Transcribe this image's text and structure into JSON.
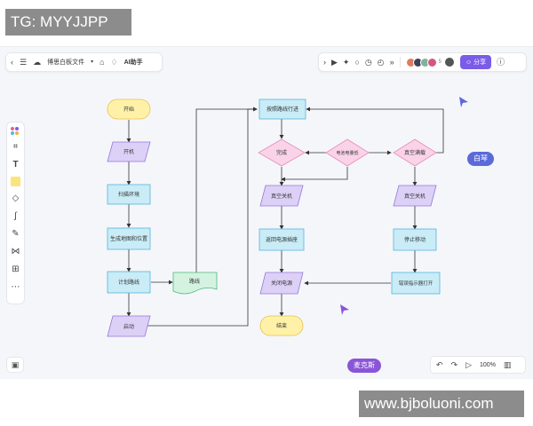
{
  "watermarks": {
    "top_left": "TG: MYYJJPP",
    "bottom_right": "www.bjboluoni.com"
  },
  "toolbar": {
    "doc_name": "博思白板文件",
    "ai_label": "AI助手",
    "avatar_count": "5",
    "share_label": "分享"
  },
  "zoom": "100%",
  "colors": {
    "accent": "#7b5ce8",
    "terminal_fill": "#fff2a8",
    "terminal_stroke": "#e8c04a",
    "process_fill": "#c9ecf7",
    "process_stroke": "#55b4da",
    "io_fill": "#ddd0f7",
    "io_stroke": "#9278d8",
    "decision_fill": "#fbd3e8",
    "decision_stroke": "#e58bbd",
    "document_fill": "#d3f3e0",
    "document_stroke": "#4cb97a"
  },
  "flowchart": {
    "start": "开始",
    "power_on": "开机",
    "scan_env": "扫描环境",
    "build_map": "生成地图和位置",
    "plan_route": "计划路线",
    "route_doc": "路线",
    "launch": "启动",
    "follow_route": "按照路线行进",
    "done": "完成",
    "battery_low": "电池电量低",
    "vacuum_full": "真空满载",
    "vacuum_off_1": "真空关机",
    "vacuum_off_2": "真空关机",
    "return_dock": "返回电源插座",
    "stop_moving": "停止移动",
    "power_off": "关闭电源",
    "error_light": "错误指示器打开",
    "end": "结束"
  },
  "collaborators": {
    "user1": "白琴",
    "user2": "麦克斯"
  }
}
